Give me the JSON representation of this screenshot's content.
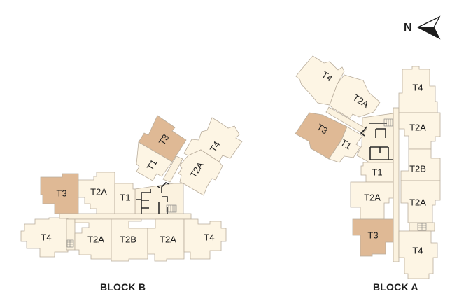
{
  "compass": {
    "label": "N",
    "icon": "north-arrow-icon"
  },
  "colors": {
    "standard_unit": "#fdf5e4",
    "highlight_unit": "#dfb995",
    "outline": "#b9ad9c"
  },
  "blocks": {
    "block_b": {
      "title": "BLOCK B",
      "units": [
        {
          "label": "T3",
          "highlighted": true
        },
        {
          "label": "T2A",
          "highlighted": false
        },
        {
          "label": "T1",
          "highlighted": false
        },
        {
          "label": "T3",
          "highlighted": true
        },
        {
          "label": "T1",
          "highlighted": false
        },
        {
          "label": "T4",
          "highlighted": false
        },
        {
          "label": "T2A",
          "highlighted": false
        },
        {
          "label": "T4",
          "highlighted": false
        },
        {
          "label": "T2A",
          "highlighted": false
        },
        {
          "label": "T2B",
          "highlighted": false
        },
        {
          "label": "T2A",
          "highlighted": false
        },
        {
          "label": "T4",
          "highlighted": false
        }
      ]
    },
    "block_a": {
      "title": "BLOCK A",
      "units": [
        {
          "label": "T4",
          "highlighted": false
        },
        {
          "label": "T2A",
          "highlighted": false
        },
        {
          "label": "T3",
          "highlighted": true
        },
        {
          "label": "T1",
          "highlighted": false
        },
        {
          "label": "T1",
          "highlighted": false
        },
        {
          "label": "T2A",
          "highlighted": false
        },
        {
          "label": "T3",
          "highlighted": true
        },
        {
          "label": "T4",
          "highlighted": false
        },
        {
          "label": "T2A",
          "highlighted": false
        },
        {
          "label": "T2B",
          "highlighted": false
        },
        {
          "label": "T2A",
          "highlighted": false
        },
        {
          "label": "T4",
          "highlighted": false
        }
      ]
    }
  }
}
